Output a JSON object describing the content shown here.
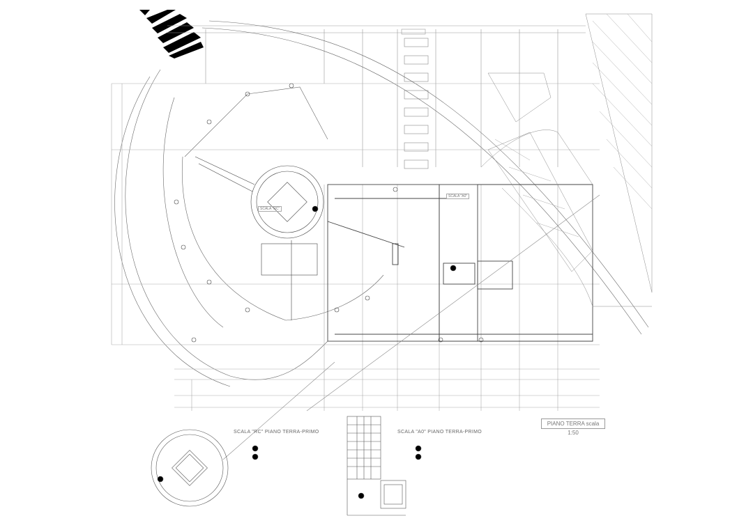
{
  "drawing": {
    "title": "PIANO TERRA scala 1:50",
    "detail_rc": {
      "label": "SCALA \"RC\" PIANO TERRA-PRIMO"
    },
    "detail_a0": {
      "label": "SCALA \"A0\" PIANO TERRA-PRIMO"
    },
    "plan_labels": {
      "stair_rc": "SCALA \"RC\"",
      "stair_a0": "SCALA \"A0\""
    }
  },
  "colors": {
    "ink": "#555555",
    "hatch": "#000000",
    "background": "#ffffff"
  }
}
